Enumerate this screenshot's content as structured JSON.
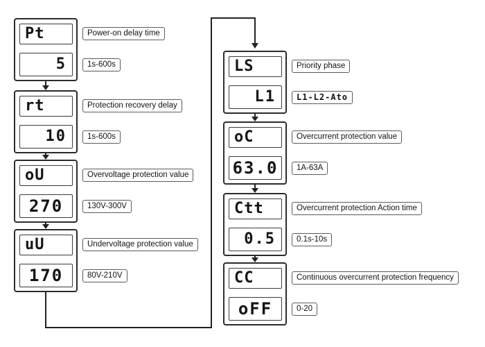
{
  "diagram": {
    "type": "settings-menu-flowchart",
    "colors": {
      "line": "#222222",
      "lcd_text": "#141414",
      "background": "#ffffff",
      "label_border": "#5a5a5a"
    }
  },
  "blocks": [
    {
      "code": "Pt",
      "value": "5",
      "desc": "Power-on delay time",
      "range": "1s-600s"
    },
    {
      "code": "rt",
      "value": "10",
      "desc": "Protection recovery delay",
      "range": "1s-600s"
    },
    {
      "code": "oU",
      "value": "270",
      "desc": "Overvoltage protection value",
      "range": "130V-300V"
    },
    {
      "code": "uU",
      "value": "170",
      "desc": "Undervoltage protection value",
      "range": "80V-210V"
    },
    {
      "code": "LS",
      "value": "L1",
      "desc": "Priority phase",
      "range": "L1-L2-Ato"
    },
    {
      "code": "oC",
      "value": "63.0",
      "desc": "Overcurrent protection value",
      "range": "1A-63A"
    },
    {
      "code": "Ctt",
      "value": "0.5",
      "desc": "Overcurrent protection Action time",
      "range": "0.1s-10s"
    },
    {
      "code": "CC",
      "value": "oFF",
      "desc": "Continuous overcurrent protection frequency",
      "range": "0-20"
    }
  ]
}
